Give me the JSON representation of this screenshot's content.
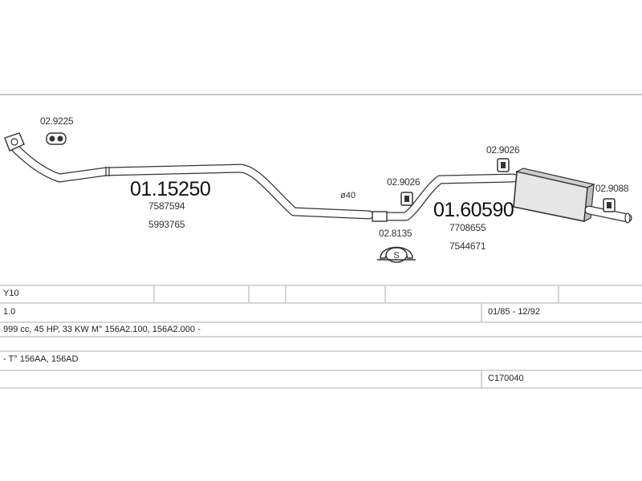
{
  "diagram": {
    "front_pipe": {
      "part_number": "01.15250",
      "oe_numbers": [
        "7587594",
        "5993765"
      ]
    },
    "rear_silencer": {
      "part_number": "01.60590",
      "oe_numbers": [
        "7708655",
        "7544671"
      ]
    },
    "diameter": "ø40",
    "accessories": {
      "flange_gasket": "02.9225",
      "mount_front": "02.9026",
      "mount_rear": "02.9026",
      "mount_tail": "02.9088",
      "clamp": "02.8135"
    }
  },
  "vehicle_table": {
    "model": "Y10",
    "engine": "1.0",
    "years": "01/85 - 12/92",
    "spec": "999 cc, 45 HP, 33 KW M° 156A2.100, 156A2.000 -",
    "type": "- T° 156AA, 156AD",
    "code": "C170040"
  }
}
